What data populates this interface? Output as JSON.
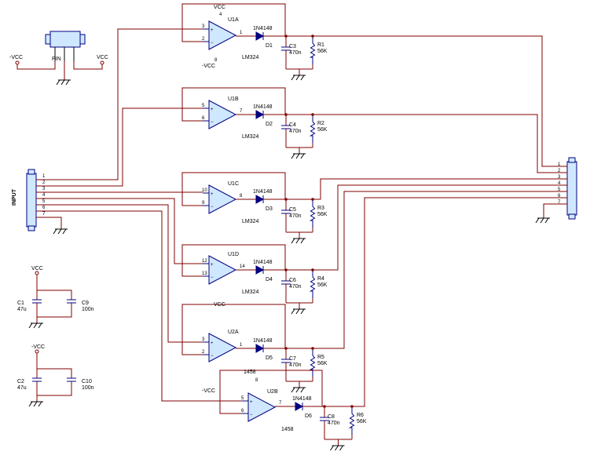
{
  "labels": {
    "vcc": "VCC",
    "neg_vcc": "-VCC",
    "neg_vcc_short": "-VCC",
    "gnd_pin": "8",
    "vcc_pin": "4",
    "pwr_sw_label": "PIN",
    "input": "INPUT",
    "opamp_u1": "LM324",
    "opamp_u2": "1458"
  },
  "amps": [
    {
      "ref": "U1A",
      "inp": "3",
      "inn": "2",
      "out": "1",
      "diode": "D1",
      "dpart": "1N4148",
      "cap": "C3",
      "cval": "470n",
      "res": "R1",
      "rval": "56K",
      "part": "LM324"
    },
    {
      "ref": "U1B",
      "inp": "5",
      "inn": "6",
      "out": "7",
      "diode": "D2",
      "dpart": "1N4148",
      "cap": "C4",
      "cval": "470n",
      "res": "R2",
      "rval": "56K",
      "part": "LM324"
    },
    {
      "ref": "U1C",
      "inp": "10",
      "inn": "9",
      "out": "8",
      "diode": "D3",
      "dpart": "1N4148",
      "cap": "C5",
      "cval": "470n",
      "res": "R3",
      "rval": "56K",
      "part": "LM324"
    },
    {
      "ref": "U1D",
      "inp": "12",
      "inn": "13",
      "out": "14",
      "diode": "D4",
      "dpart": "1N4148",
      "cap": "C6",
      "cval": "470n",
      "res": "R4",
      "rval": "56K",
      "part": "LM324"
    },
    {
      "ref": "U2A",
      "inp": "3",
      "inn": "2",
      "out": "1",
      "diode": "D5",
      "dpart": "1N4148",
      "cap": "C7",
      "cval": "470n",
      "res": "R5",
      "rval": "56K",
      "part": ""
    },
    {
      "ref": "U2B",
      "inp": "5",
      "inn": "6",
      "out": "7",
      "diode": "D6",
      "dpart": "1N4148",
      "cap": "C8",
      "cval": "470n",
      "res": "R6",
      "rval": "56K",
      "part": "1458"
    }
  ],
  "connector_pins": [
    "1",
    "2",
    "3",
    "4",
    "5",
    "6",
    "7"
  ],
  "decoupling": [
    {
      "c1": "C1",
      "c1v": "47u",
      "c2": "C9",
      "c2v": "100n",
      "rail": "VCC"
    },
    {
      "c1": "C2",
      "c1v": "47u",
      "c2": "C10",
      "c2v": "100n",
      "rail": "-VCC"
    }
  ]
}
